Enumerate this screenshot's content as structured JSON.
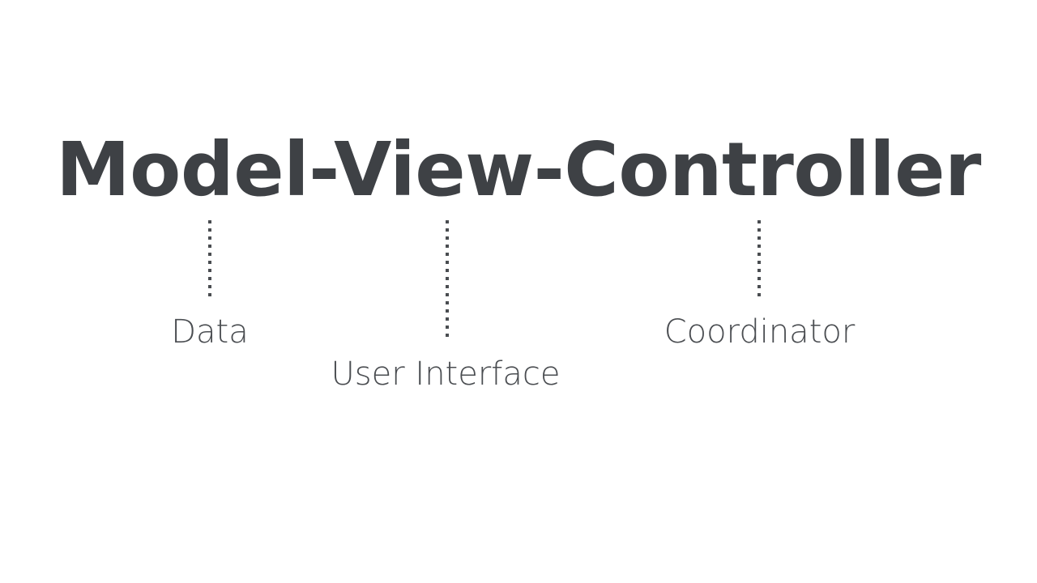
{
  "slide": {
    "background_color": "#ffffff",
    "title": {
      "text": "Model-View-Controller",
      "color": "#3e4145"
    },
    "annotations": [
      {
        "term": "Model",
        "label": "Data",
        "leader_color": "#4a4d51",
        "label_color": "#4a4d51"
      },
      {
        "term": "View",
        "label": "User Interface",
        "leader_color": "#4a4d51",
        "label_color": "#4a4d51"
      },
      {
        "term": "Controller",
        "label": "Coordinator",
        "leader_color": "#4a4d51",
        "label_color": "#4a4d51"
      }
    ]
  }
}
